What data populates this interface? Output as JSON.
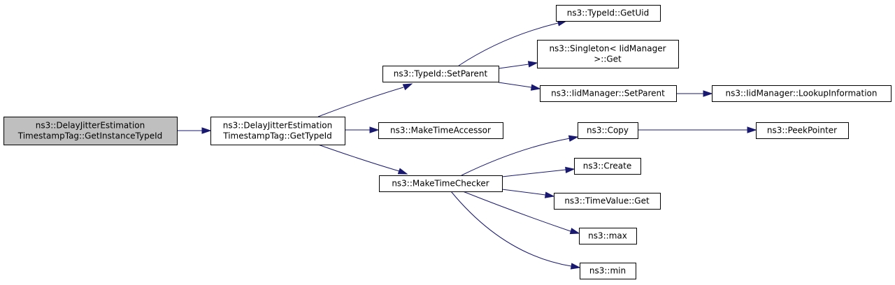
{
  "colors": {
    "edge": "#191970",
    "node_fill": "#ffffff",
    "node_fill_root": "#bfbfbf",
    "node_border": "#000000"
  },
  "nodes": {
    "root": {
      "lines": [
        "ns3::DelayJitterEstimation",
        "TimestampTag::GetInstanceTypeId"
      ]
    },
    "gettypeid": {
      "lines": [
        "ns3::DelayJitterEstimation",
        "TimestampTag::GetTypeId"
      ]
    },
    "setparent": {
      "lines": [
        "ns3::TypeId::SetParent"
      ]
    },
    "maketimeaccessor": {
      "lines": [
        "ns3::MakeTimeAccessor"
      ]
    },
    "maketimechecker": {
      "lines": [
        "ns3::MakeTimeChecker"
      ]
    },
    "getuid": {
      "lines": [
        "ns3::TypeId::GetUid"
      ]
    },
    "singletonget": {
      "lines": [
        "ns3::Singleton< IidManager",
        ">::Get"
      ]
    },
    "iidsetparent": {
      "lines": [
        "ns3::IidManager::SetParent"
      ]
    },
    "lookupinfo": {
      "lines": [
        "ns3::IidManager::LookupInformation"
      ]
    },
    "copy": {
      "lines": [
        "ns3::Copy"
      ]
    },
    "peekpointer": {
      "lines": [
        "ns3::PeekPointer"
      ]
    },
    "create": {
      "lines": [
        "ns3::Create"
      ]
    },
    "timevalueget": {
      "lines": [
        "ns3::TimeValue::Get"
      ]
    },
    "max": {
      "lines": [
        "ns3::max"
      ]
    },
    "min": {
      "lines": [
        "ns3::min"
      ]
    }
  }
}
